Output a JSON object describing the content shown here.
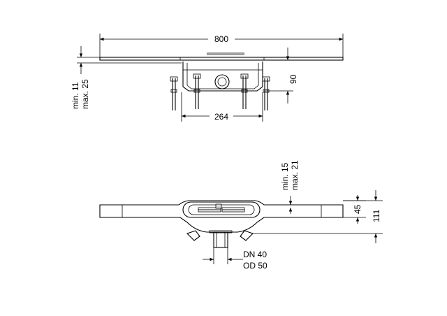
{
  "top_view": {
    "width_label": "800",
    "height_min_label": "min. 11",
    "height_max_label": "max. 25",
    "depth_label": "90",
    "feet_spacing_label": "264"
  },
  "bottom_view": {
    "grate_min_label": "min. 15",
    "grate_max_label": "max. 21",
    "channel_height_label": "45",
    "total_height_label": "111",
    "dn_label": "DN 40",
    "od_label": "OD 50"
  }
}
